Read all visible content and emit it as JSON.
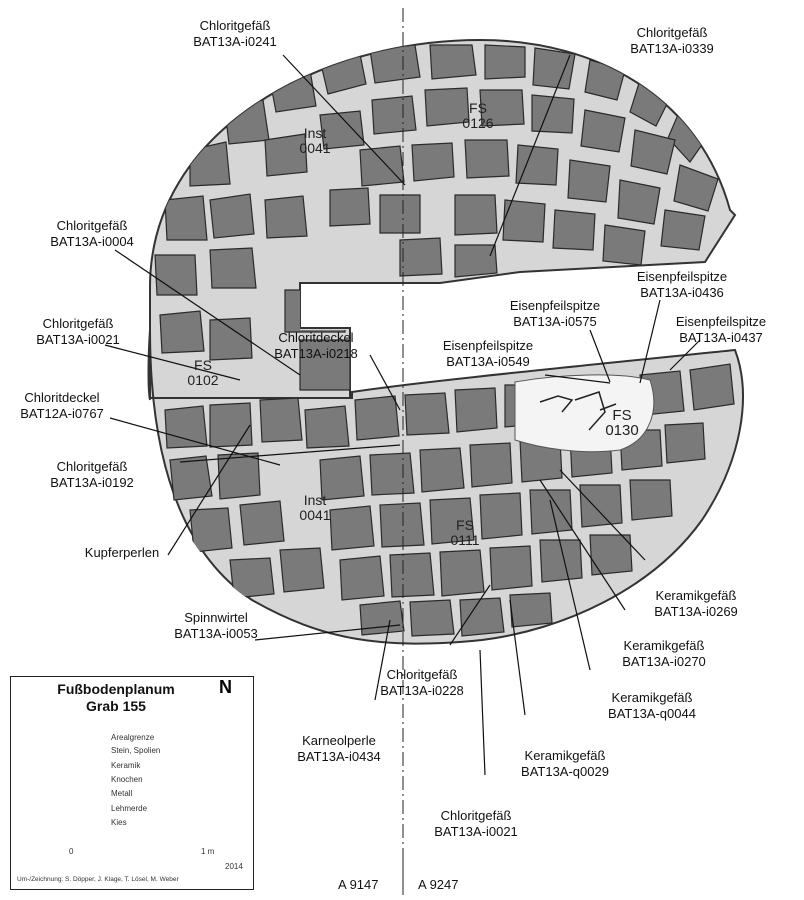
{
  "legend": {
    "title_line1": "Fußbodenplanum",
    "title_line2": "Grab 155",
    "north": "N",
    "items": [
      "Arealgrenze",
      "Stein, Spolien",
      "Keramik",
      "Knochen",
      "Metall",
      "Lehmerde",
      "Kies"
    ],
    "scale_start": "0",
    "scale_end": "1 m",
    "year": "2014",
    "credit": "Um-/Zeichnung: S. Döpper, J. Klage, T. Lösel, M. Weber"
  },
  "features": [
    {
      "line1": "Inst",
      "line2": "0041"
    },
    {
      "line1": "FS",
      "line2": "0126"
    },
    {
      "line1": "FS",
      "line2": "0102"
    },
    {
      "line1": "FS",
      "line2": "0130"
    },
    {
      "line1": "Inst",
      "line2": "0041"
    },
    {
      "line1": "FS",
      "line2": "0111"
    }
  ],
  "labels": [
    {
      "name": "Chloritgefäß",
      "id": "BAT13A-i0241"
    },
    {
      "name": "Chloritgefäß",
      "id": "BAT13A-i0339"
    },
    {
      "name": "Chloritgefäß",
      "id": "BAT13A-i0004"
    },
    {
      "name": "Eisenpfeilspitze",
      "id": "BAT13A-i0436"
    },
    {
      "name": "Eisenpfeilspitze",
      "id": "BAT13A-i0575"
    },
    {
      "name": "Eisenpfeilspitze",
      "id": "BAT13A-i0437"
    },
    {
      "name": "Chloritgefäß",
      "id": "BAT13A-i0021"
    },
    {
      "name": "Chloritdeckel",
      "id": "BAT13A-i0218"
    },
    {
      "name": "Eisenpfeilspitze",
      "id": "BAT13A-i0549"
    },
    {
      "name": "Chloritdeckel",
      "id": "BAT12A-i0767"
    },
    {
      "name": "Chloritgefäß",
      "id": "BAT13A-i0192"
    },
    {
      "name": "Kupferperlen",
      "id": ""
    },
    {
      "name": "Keramikgefäß",
      "id": "BAT13A-i0269"
    },
    {
      "name": "Spinnwirtel",
      "id": "BAT13A-i0053"
    },
    {
      "name": "Keramikgefäß",
      "id": "BAT13A-i0270"
    },
    {
      "name": "Chloritgefäß",
      "id": "BAT13A-i0228"
    },
    {
      "name": "Keramikgefäß",
      "id": "BAT13A-q0044"
    },
    {
      "name": "Karneolperle",
      "id": "BAT13A-i0434"
    },
    {
      "name": "Keramikgefäß",
      "id": "BAT13A-q0029"
    },
    {
      "name": "Chloritgefäß",
      "id": "BAT13A-i0021"
    }
  ],
  "grid": {
    "left": "A 9147",
    "right": "A 9247"
  }
}
